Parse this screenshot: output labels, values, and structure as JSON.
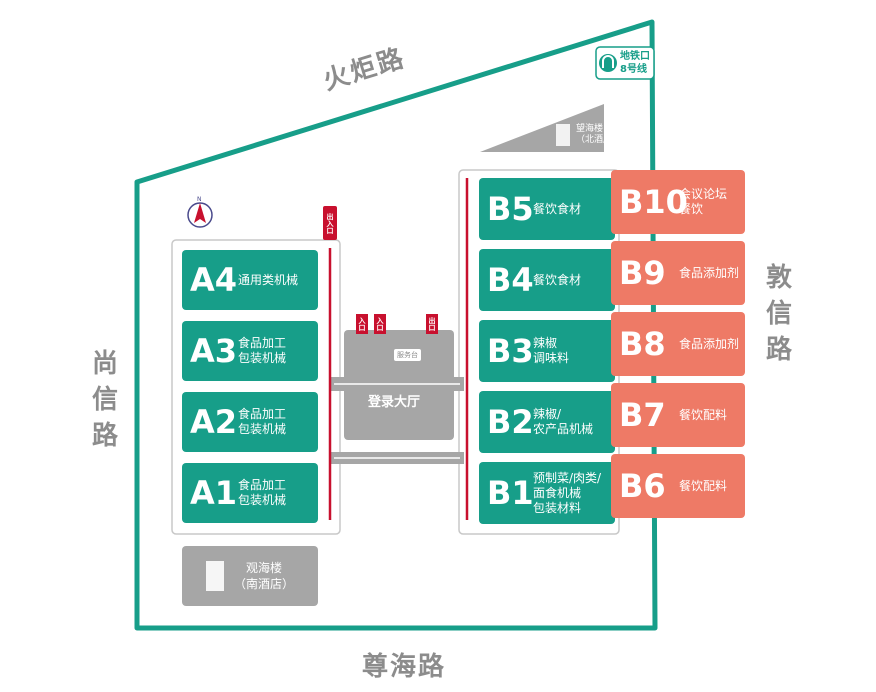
{
  "roads": {
    "north": "火炬路",
    "south": "尊海路",
    "west": "尚信路",
    "east": "敦信路"
  },
  "metro": {
    "line1": "地铁口",
    "line2": "8号线",
    "icon": "metro-icon"
  },
  "buildings": {
    "north_hotel": {
      "name": "望海楼",
      "sub": "（北酒店）",
      "icon": "building-icon"
    },
    "south_hotel": {
      "name": "观海楼",
      "sub": "（南酒店）",
      "icon": "building-icon"
    }
  },
  "lobby": {
    "label": "登录大厅",
    "desk": "服务台"
  },
  "gate_label": "出入口",
  "exit_label": "出口",
  "entrance_label": "入口",
  "compass": "N",
  "halls_a": [
    {
      "code": "A4",
      "desc": "通用类机械"
    },
    {
      "code": "A3",
      "desc": "食品加工\n包装机械"
    },
    {
      "code": "A2",
      "desc": "食品加工\n包装机械"
    },
    {
      "code": "A1",
      "desc": "食品加工\n包装机械"
    }
  ],
  "halls_b": [
    {
      "code": "B5",
      "desc": "餐饮食材"
    },
    {
      "code": "B4",
      "desc": "餐饮食材"
    },
    {
      "code": "B3",
      "desc": "辣椒\n调味料"
    },
    {
      "code": "B2",
      "desc": "辣椒/\n农产品机械"
    },
    {
      "code": "B1",
      "desc": "预制菜/肉类/\n面食机械\n包装材料"
    }
  ],
  "halls_b_east": [
    {
      "code": "B10",
      "desc": "会议论坛\n餐饮"
    },
    {
      "code": "B9",
      "desc": "食品添加剂"
    },
    {
      "code": "B8",
      "desc": "食品添加剂"
    },
    {
      "code": "B7",
      "desc": "餐饮配料"
    },
    {
      "code": "B6",
      "desc": "餐饮配料"
    }
  ],
  "colors": {
    "boundary": "#179e89",
    "green_hall": "#179e89",
    "salmon_hall": "#ee7a66",
    "route": "#c8102e",
    "grey": "#a6a6a6"
  }
}
